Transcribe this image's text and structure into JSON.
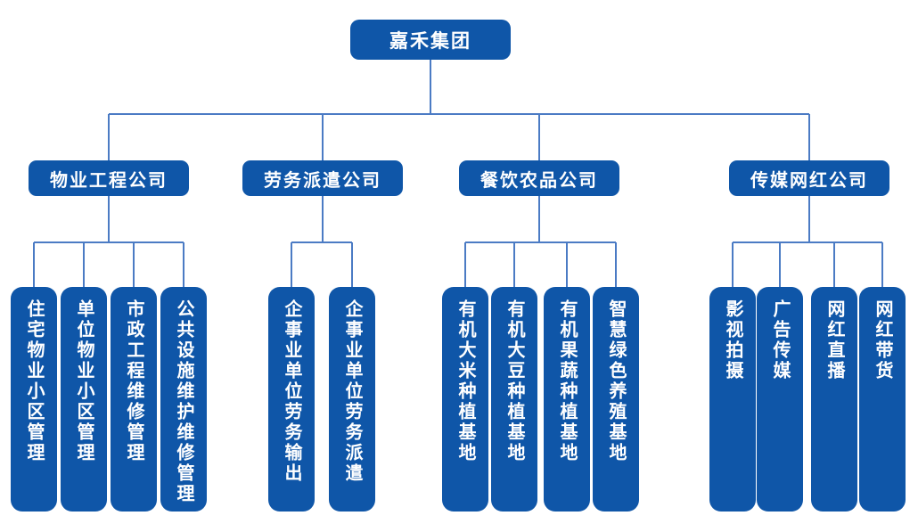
{
  "root": {
    "label": "嘉禾集团"
  },
  "branches": [
    {
      "label": "物业工程公司",
      "children": [
        "住宅物业小区管理",
        "单位物业小区管理",
        "市政工程维修管理",
        "公共设施维护维修管理"
      ]
    },
    {
      "label": "劳务派遣公司",
      "children": [
        "企事业单位劳务输出",
        "企事业单位劳务派遣"
      ]
    },
    {
      "label": "餐饮农品公司",
      "children": [
        "有机大米种植基地",
        "有机大豆种植基地",
        "有机果蔬种植基地",
        "智慧绿色养殖基地"
      ]
    },
    {
      "label": "传媒网红公司",
      "children": [
        "影视拍摄",
        "广告传媒",
        "网红直播",
        "网红带货"
      ]
    }
  ],
  "colors": {
    "node_fill": "#0F56A8",
    "connector": "#4B7BC4",
    "node_text": "#FFFFFF",
    "background": "#FFFFFF"
  }
}
